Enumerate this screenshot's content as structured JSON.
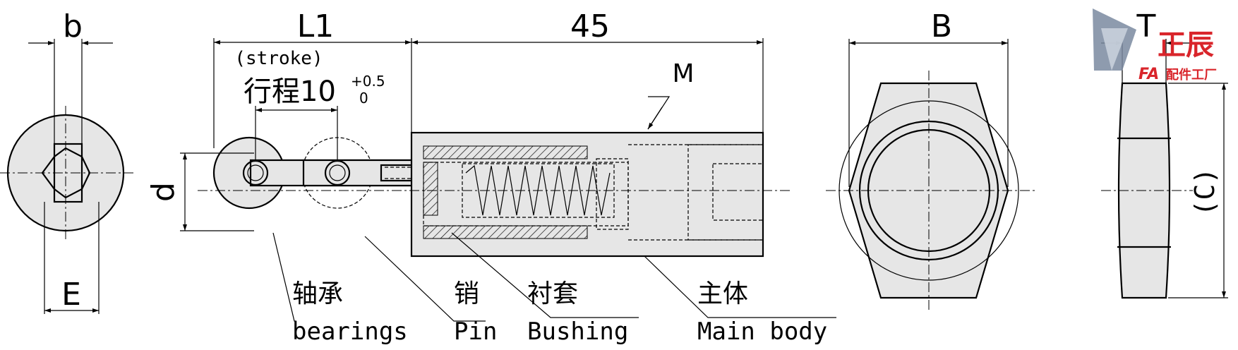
{
  "dimensions": {
    "b": "b",
    "E": "E",
    "d": "d",
    "L1": "L1",
    "stroke_en": "(stroke)",
    "stroke_cn": "行程10",
    "stroke_tol_upper": "+0.5",
    "stroke_tol_lower": "0",
    "length_45": "45",
    "M": "M",
    "B": "B",
    "T": "T",
    "C": "(C)"
  },
  "parts": [
    {
      "cn": "轴承",
      "en": "bearings"
    },
    {
      "cn": "销",
      "en": "Pin"
    },
    {
      "cn": "衬套",
      "en": "Bushing"
    },
    {
      "cn": "主体",
      "en": "Main body"
    }
  ],
  "logo": {
    "brand_cn": "正辰",
    "brand_en": "FA",
    "sub_cn": "配件工厂",
    "colors": {
      "red": "#d9252b",
      "steel": "#7a8aa0"
    }
  }
}
